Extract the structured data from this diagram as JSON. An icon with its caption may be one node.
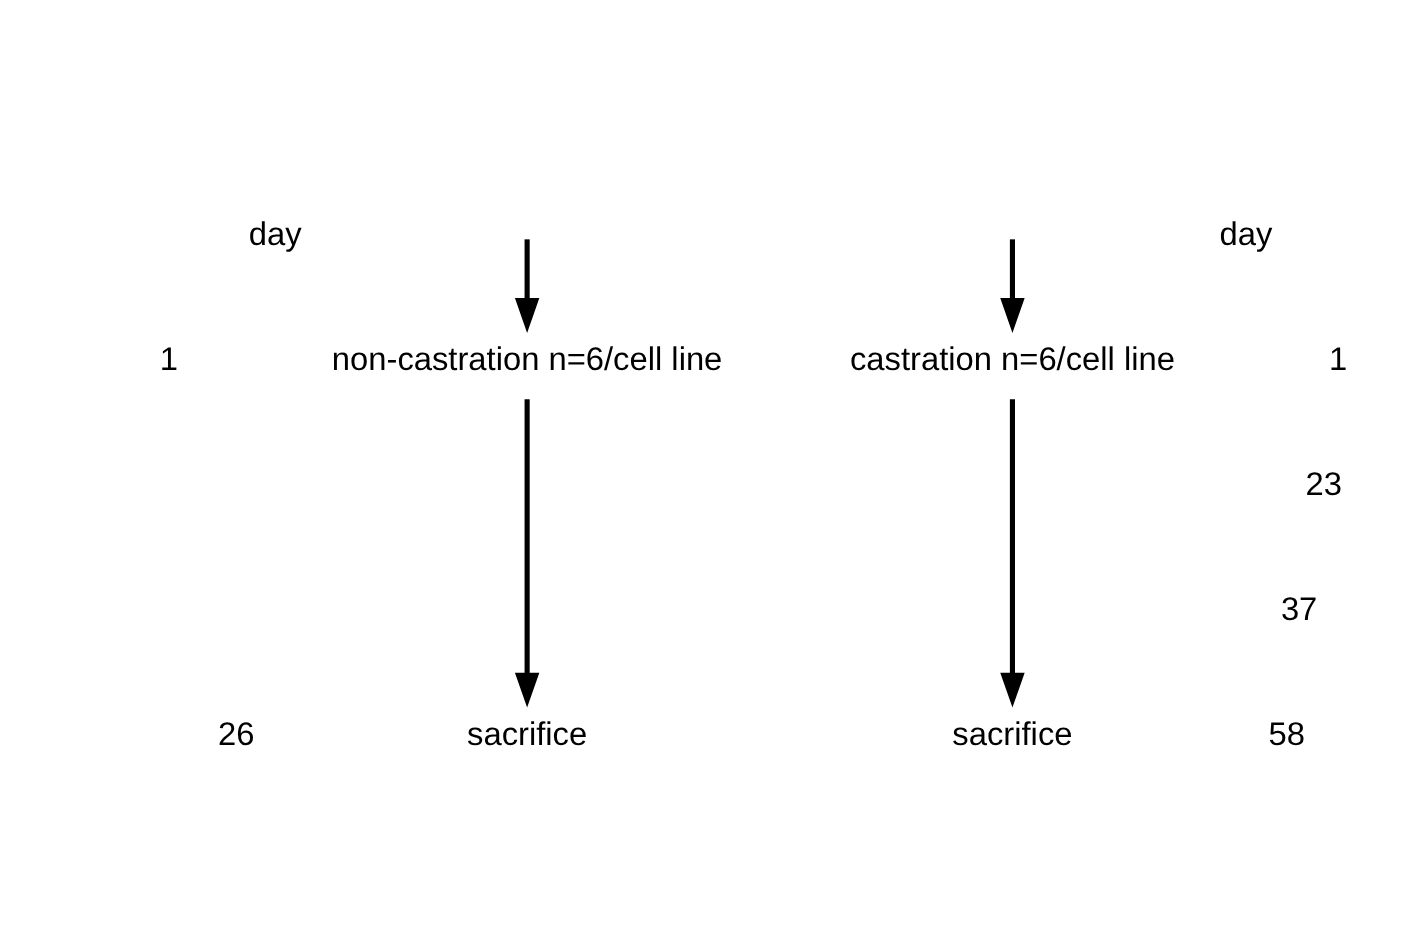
{
  "diagram": {
    "nodes": [
      {
        "text": [
          "non-castration n=6/cell line"
        ]
      },
      {
        "text": [
          "castration n=6/cell line"
        ]
      },
      {
        "text": [
          "sacrifice"
        ]
      },
      {
        "text": [
          "sacrifice"
        ]
      }
    ],
    "edges": [
      {
        "from": null,
        "to": 0,
        "arrow": "to"
      },
      {
        "from": null,
        "to": 1,
        "arrow": "to"
      },
      {
        "from": 0,
        "to": 2,
        "arrow": "to"
      },
      {
        "from": 1,
        "to": 3,
        "arrow": "to"
      }
    ],
    "labels": [
      "day",
      "1",
      "26",
      "day",
      "1",
      "23",
      "37",
      "58"
    ]
  }
}
